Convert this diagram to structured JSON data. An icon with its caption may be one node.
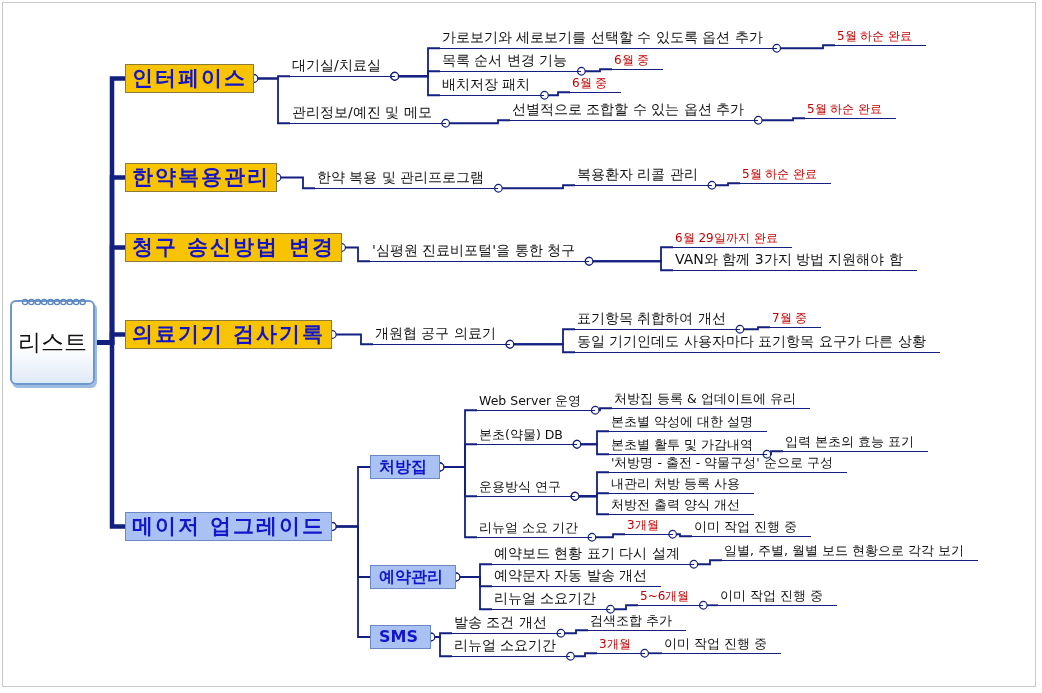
{
  "diagram": {
    "nodes": [
      {
        "text": [
          "리스트"
        ]
      },
      {
        "text": [
          "인터페이스"
        ]
      },
      {
        "text": [
          "대기실/치료실"
        ]
      },
      {
        "text": [
          "가로보기와 세로보기를 선택할 수 있도록 옵션 추가"
        ]
      },
      {
        "text": [
          "5월 하순 완료"
        ]
      },
      {
        "text": [
          "목록 순서 변경 기능"
        ]
      },
      {
        "text": [
          "6월 중"
        ]
      },
      {
        "text": [
          "배치저장 패치"
        ]
      },
      {
        "text": [
          "6월 중"
        ]
      },
      {
        "text": [
          "관리정보/예진 및 메모"
        ]
      },
      {
        "text": [
          "선별적으로 조합할 수 있는 옵션 추가"
        ]
      },
      {
        "text": [
          "5월 하순 완료"
        ]
      },
      {
        "text": [
          "한약복용관리"
        ]
      },
      {
        "text": [
          "한약 복용 및 관리프로그램"
        ]
      },
      {
        "text": [
          "복용환자 리콜 관리"
        ]
      },
      {
        "text": [
          "5월 하순 완료"
        ]
      },
      {
        "text": [
          "청구 송신방법 변경"
        ]
      },
      {
        "text": [
          "'심평원 진료비포털'을 통한 청구"
        ]
      },
      {
        "text": [
          "6월 29일까지 완료"
        ]
      },
      {
        "text": [
          "VAN와 함께 3가지 방법 지원해야 함"
        ]
      },
      {
        "text": [
          "의료기기 검사기록"
        ]
      },
      {
        "text": [
          "개원협 공구 의료기"
        ]
      },
      {
        "text": [
          "표기항목 취합하여 개선"
        ]
      },
      {
        "text": [
          "7월 중"
        ]
      },
      {
        "text": [
          "동일 기기인데도 사용자마다 표기항목 요구가 다른 상황"
        ]
      },
      {
        "text": [
          "메이저 업그레이드"
        ]
      },
      {
        "text": [
          "처방집"
        ]
      },
      {
        "text": [
          "Web Server 운영"
        ]
      },
      {
        "text": [
          "처방집 등록 & 업데이트에 유리"
        ]
      },
      {
        "text": [
          "본초(약물) DB"
        ]
      },
      {
        "text": [
          "본초별 약성에 대한 설명"
        ]
      },
      {
        "text": [
          "본초별 활투 및 가감내역"
        ]
      },
      {
        "text": [
          "입력 본초의 효능 표기"
        ]
      },
      {
        "text": [
          "운용방식 연구"
        ]
      },
      {
        "text": [
          "'처방명 - 출전 - 약물구성' 순으로 구성"
        ]
      },
      {
        "text": [
          "내관리 처방 등록 사용"
        ]
      },
      {
        "text": [
          "처방전 출력 양식 개선"
        ]
      },
      {
        "text": [
          "리뉴얼 소요 기간"
        ]
      },
      {
        "text": [
          "3개월"
        ]
      },
      {
        "text": [
          "이미 작업 진행 중"
        ]
      },
      {
        "text": [
          "예약관리"
        ]
      },
      {
        "text": [
          "예약보드 현황 표기 다시 설계"
        ]
      },
      {
        "text": [
          "일별, 주별, 월별 보드 현황으로 각각 보기"
        ]
      },
      {
        "text": [
          "예약문자 자동 발송 개선"
        ]
      },
      {
        "text": [
          "리뉴얼 소요기간"
        ]
      },
      {
        "text": [
          "5~6개월"
        ]
      },
      {
        "text": [
          "이미 작업 진행 중"
        ]
      },
      {
        "text": [
          "SMS"
        ]
      },
      {
        "text": [
          "발송 조건 개선"
        ]
      },
      {
        "text": [
          "검색조합 추가"
        ]
      },
      {
        "text": [
          "리뉴얼 소요기간"
        ]
      },
      {
        "text": [
          "3개월"
        ]
      },
      {
        "text": [
          "이미 작업 진행 중"
        ]
      }
    ],
    "edges": [
      {
        "from": 0,
        "to": 1,
        "arrow": "none",
        "style": "thick"
      },
      {
        "from": 0,
        "to": 12,
        "arrow": "none",
        "style": "thick"
      },
      {
        "from": 0,
        "to": 16,
        "arrow": "none",
        "style": "thick"
      },
      {
        "from": 0,
        "to": 20,
        "arrow": "none",
        "style": "thick"
      },
      {
        "from": 0,
        "to": 25,
        "arrow": "none",
        "style": "thick"
      },
      {
        "from": 1,
        "to": 2,
        "arrow": "other"
      },
      {
        "from": 1,
        "to": 9,
        "arrow": "other"
      },
      {
        "from": 2,
        "to": 3,
        "arrow": "other"
      },
      {
        "from": 2,
        "to": 5,
        "arrow": "other"
      },
      {
        "from": 2,
        "to": 7,
        "arrow": "other"
      },
      {
        "from": 3,
        "to": 4,
        "arrow": "other"
      },
      {
        "from": 5,
        "to": 6,
        "arrow": "other"
      },
      {
        "from": 7,
        "to": 8,
        "arrow": "other"
      },
      {
        "from": 9,
        "to": 10,
        "arrow": "other"
      },
      {
        "from": 10,
        "to": 11,
        "arrow": "other"
      },
      {
        "from": 12,
        "to": 13,
        "arrow": "other"
      },
      {
        "from": 13,
        "to": 14,
        "arrow": "other"
      },
      {
        "from": 14,
        "to": 15,
        "arrow": "other"
      },
      {
        "from": 16,
        "to": 17,
        "arrow": "other"
      },
      {
        "from": 17,
        "to": 18,
        "arrow": "other"
      },
      {
        "from": 17,
        "to": 19,
        "arrow": "other"
      },
      {
        "from": 20,
        "to": 21,
        "arrow": "other"
      },
      {
        "from": 21,
        "to": 22,
        "arrow": "other"
      },
      {
        "from": 21,
        "to": 24,
        "arrow": "other"
      },
      {
        "from": 22,
        "to": 23,
        "arrow": "other"
      },
      {
        "from": 25,
        "to": 26,
        "arrow": "other"
      },
      {
        "from": 25,
        "to": 40,
        "arrow": "other"
      },
      {
        "from": 25,
        "to": 47,
        "arrow": "other"
      },
      {
        "from": 26,
        "to": 27,
        "arrow": "other"
      },
      {
        "from": 26,
        "to": 29,
        "arrow": "other"
      },
      {
        "from": 26,
        "to": 33,
        "arrow": "other"
      },
      {
        "from": 26,
        "to": 37,
        "arrow": "other"
      },
      {
        "from": 27,
        "to": 28,
        "arrow": "other"
      },
      {
        "from": 29,
        "to": 30,
        "arrow": "other"
      },
      {
        "from": 29,
        "to": 31,
        "arrow": "other"
      },
      {
        "from": 31,
        "to": 32,
        "arrow": "other"
      },
      {
        "from": 33,
        "to": 34,
        "arrow": "other"
      },
      {
        "from": 33,
        "to": 35,
        "arrow": "other"
      },
      {
        "from": 33,
        "to": 36,
        "arrow": "other"
      },
      {
        "from": 37,
        "to": 38,
        "arrow": "other"
      },
      {
        "from": 38,
        "to": 39,
        "arrow": "other"
      },
      {
        "from": 40,
        "to": 41,
        "arrow": "other"
      },
      {
        "from": 40,
        "to": 43,
        "arrow": "other"
      },
      {
        "from": 40,
        "to": 44,
        "arrow": "other"
      },
      {
        "from": 41,
        "to": 42,
        "arrow": "other"
      },
      {
        "from": 44,
        "to": 45,
        "arrow": "other"
      },
      {
        "from": 45,
        "to": 46,
        "arrow": "other"
      },
      {
        "from": 47,
        "to": 48,
        "arrow": "other"
      },
      {
        "from": 47,
        "to": 50,
        "arrow": "other"
      },
      {
        "from": 48,
        "to": 49,
        "arrow": "other"
      },
      {
        "from": 50,
        "to": 51,
        "arrow": "other"
      },
      {
        "from": 51,
        "to": 52,
        "arrow": "other"
      }
    ]
  }
}
